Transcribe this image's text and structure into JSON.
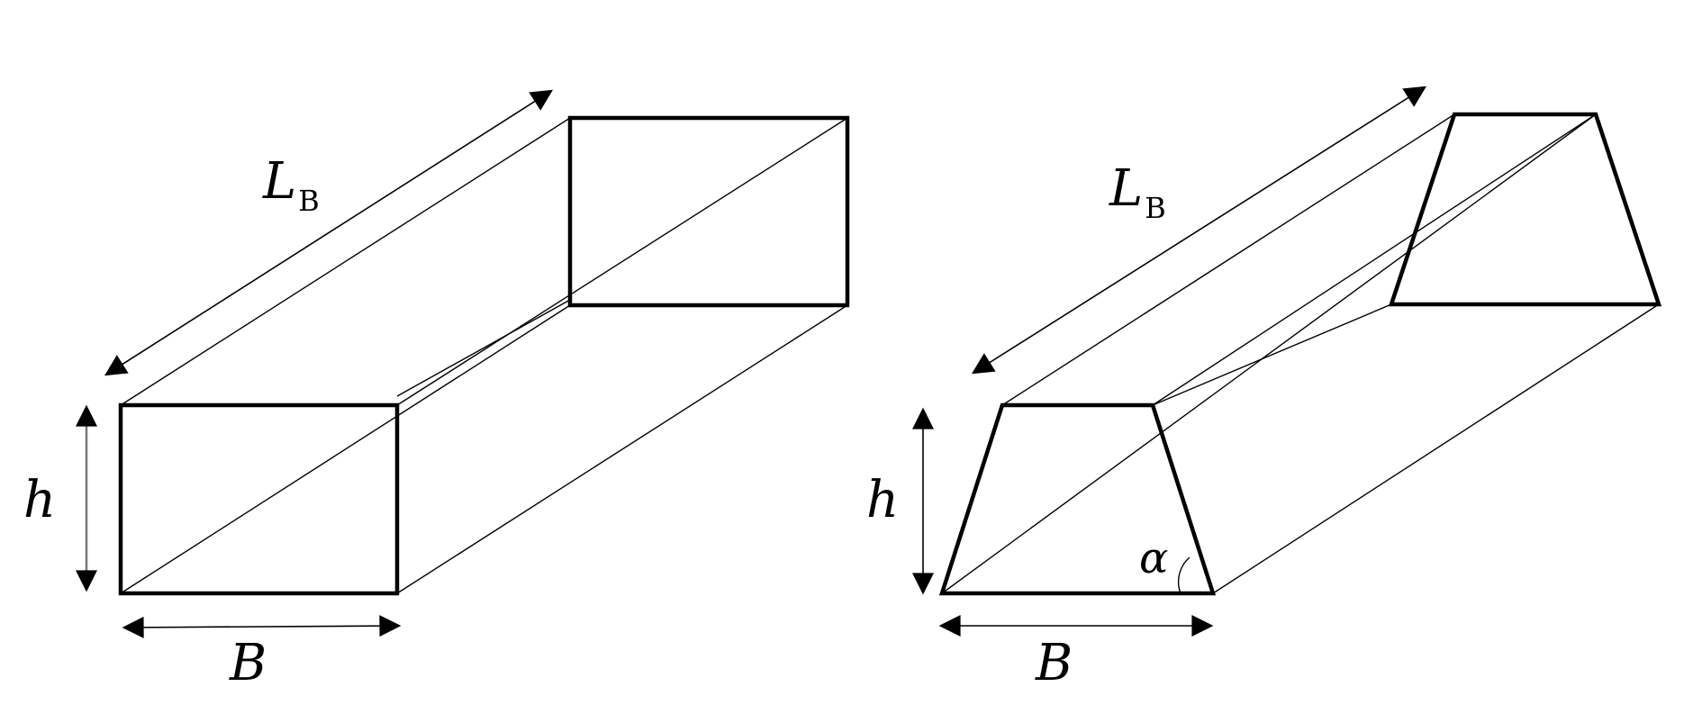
{
  "left_prism": {
    "length_label": "L",
    "length_subscript": "B",
    "height_label": "h",
    "width_label": "B"
  },
  "right_prism": {
    "length_label": "L",
    "length_subscript": "B",
    "height_label": "h",
    "width_label": "B",
    "angle_label": "α"
  },
  "colors": {
    "line": "#000000",
    "background": "#ffffff"
  }
}
